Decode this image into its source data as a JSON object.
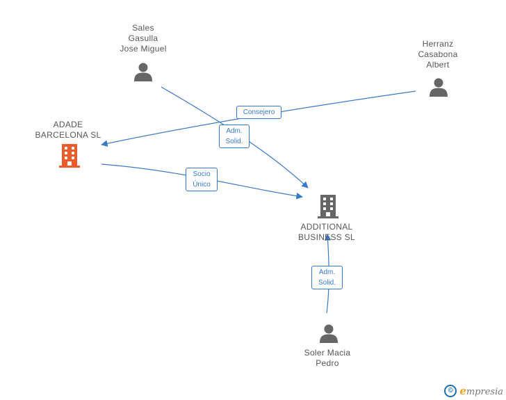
{
  "nodes": {
    "sales": {
      "lines": [
        "Sales",
        "Gasulla",
        "Jose Miguel"
      ],
      "icon": "person-icon",
      "color": "#666666"
    },
    "herranz": {
      "lines": [
        "Herranz",
        "Casabona",
        "Albert"
      ],
      "icon": "person-icon",
      "color": "#666666"
    },
    "adade": {
      "lines": [
        "ADADE",
        "BARCELONA SL"
      ],
      "icon": "building-icon",
      "color": "#f05a28"
    },
    "additional": {
      "lines": [
        "ADDITIONAL",
        "BUSINESS SL"
      ],
      "icon": "building-icon",
      "color": "#666666"
    },
    "soler": {
      "lines": [
        "Soler Macia",
        "Pedro"
      ],
      "icon": "person-icon",
      "color": "#666666"
    }
  },
  "edges": {
    "consejero": {
      "lines": [
        "Consejero"
      ]
    },
    "adm1": {
      "lines": [
        "Adm.",
        "Solid."
      ]
    },
    "socio": {
      "lines": [
        "Socio",
        "Único"
      ]
    },
    "adm2": {
      "lines": [
        "Adm.",
        "Solid."
      ]
    }
  },
  "colors": {
    "edge": "#3a78c9"
  },
  "footer": {
    "copyright": "©",
    "brand_initial": "e",
    "brand_rest": "mpresia"
  }
}
